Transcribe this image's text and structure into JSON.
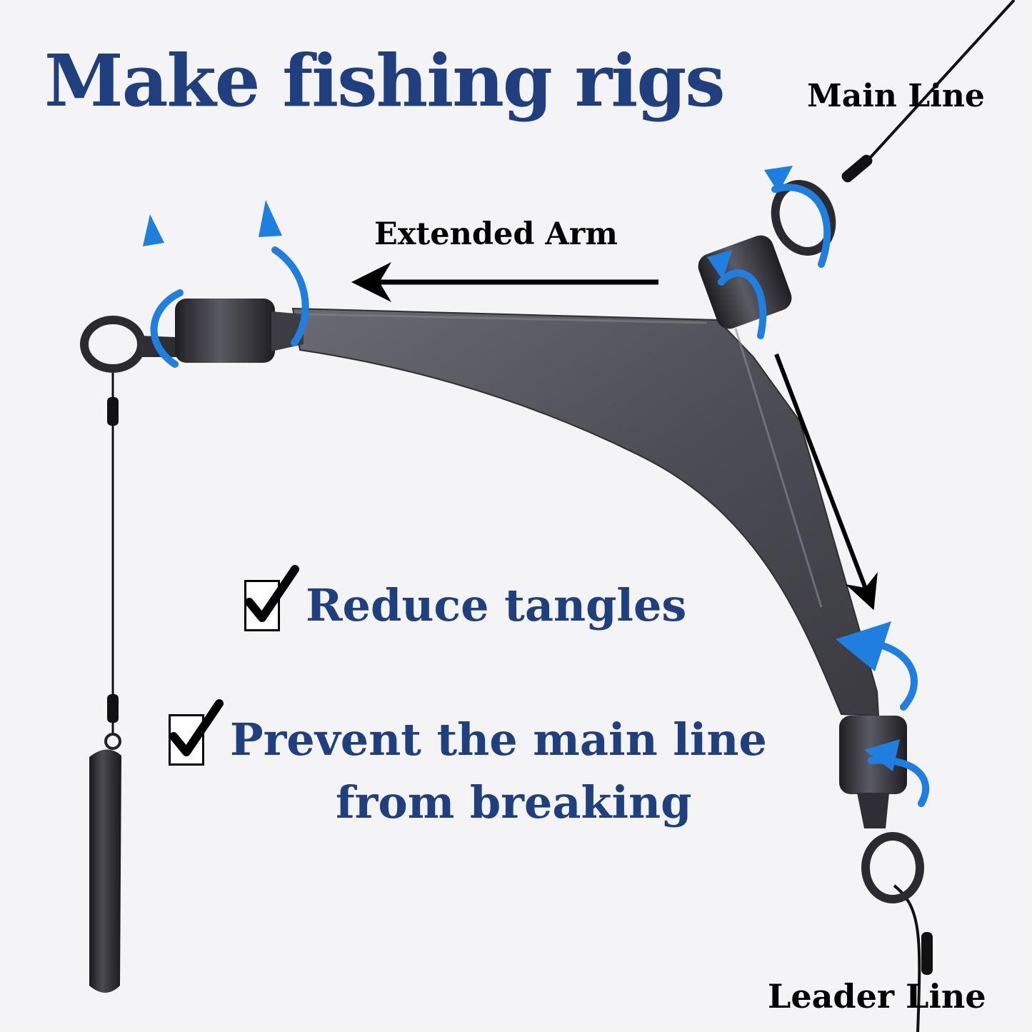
{
  "title": "Make fishing rigs",
  "labels": {
    "main_line": "Main Line",
    "extended_arm": "Extended Arm",
    "leader_line": "Leader Line"
  },
  "benefits": {
    "reduce_tangles": "Reduce tangles",
    "prevent_line1": "Prevent the main line",
    "prevent_line2": "from breaking"
  },
  "colors": {
    "headline": "#1f3f7e",
    "rotation_arrows": "#1f7fe0",
    "metal": "#55555c",
    "background": "#f4f4f6"
  },
  "icons": [
    "checkbox-checked-icon",
    "rotation-arrow-icon",
    "direction-arrow-icon"
  ]
}
